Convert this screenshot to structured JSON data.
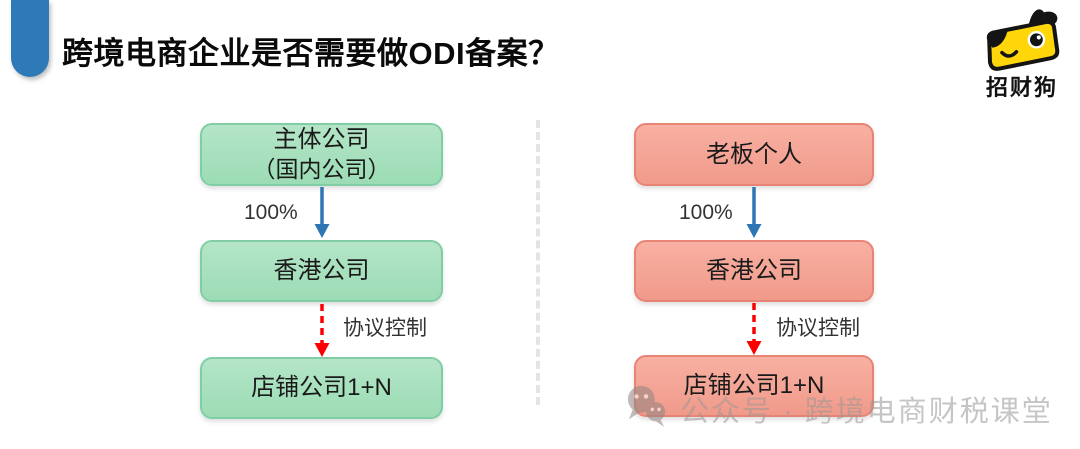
{
  "title": "跨境电商企业是否需要做ODI备案？",
  "logo": {
    "name": "招财狗"
  },
  "diagram": {
    "left": {
      "boxes": [
        {
          "line1": "主体公司",
          "line2": "（国内公司）"
        },
        {
          "label": "香港公司"
        },
        {
          "label": "店铺公司1+N"
        }
      ],
      "ownership_label": "100%",
      "control_label": "协议控制"
    },
    "right": {
      "boxes": [
        {
          "label": "老板个人"
        },
        {
          "label": "香港公司"
        },
        {
          "label": "店铺公司1+N"
        }
      ],
      "ownership_label": "100%",
      "control_label": "协议控制"
    }
  },
  "watermark": {
    "text": "公众号 · 跨境电商财税课堂"
  },
  "colors": {
    "accent_blue": "#2e79b7",
    "green_fill": "#a6dfbd",
    "green_border": "#81cea6",
    "pink_fill": "#f4a498",
    "pink_border": "#e88475",
    "arrow_blue": "#2e75b6",
    "arrow_red": "#fb0000",
    "logo_yellow": "#ffd60a",
    "divider_gray": "#e4e4e4",
    "watermark_gray": "#9b9795"
  }
}
